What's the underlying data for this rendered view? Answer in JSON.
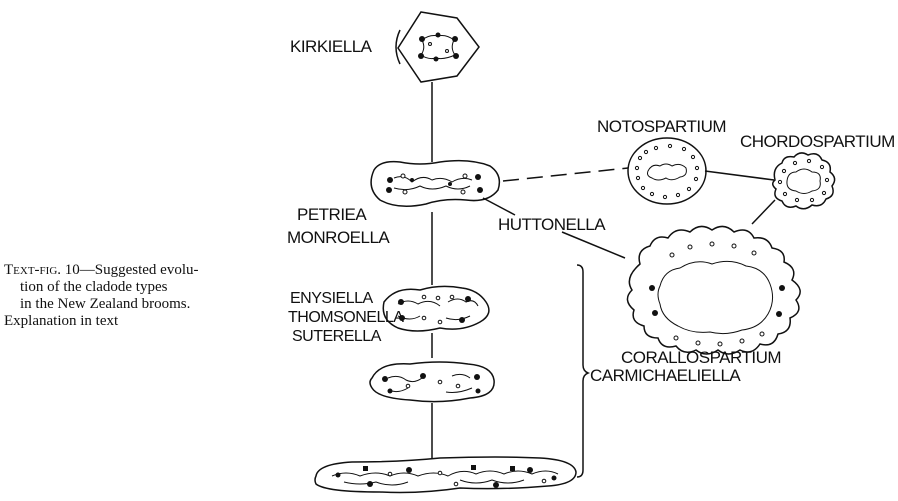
{
  "caption": {
    "prefix": "Text-fig. 10",
    "line1_rest": "—Suggested evolu-",
    "line2": "tion of the cladode types",
    "line3": "in the New Zealand brooms.",
    "line4": "Explanation in text"
  },
  "labels": {
    "kirkiella": "KIRKIELLA",
    "notospartium": "NOTOSPARTIUM",
    "chordospartium": "CHORDOSPARTIUM",
    "petriea": "PETRIEA",
    "monroella": "MONROELLA",
    "huttonella": "HUTTONELLA",
    "enysiella": "ENYSIELLA",
    "thomsonella": "THOMSONELLA",
    "suterella": "SUTERELLA",
    "corallospartium": "CORALLOSPARTIUM",
    "carmichaeliella": "CARMICHAELIELLA"
  }
}
